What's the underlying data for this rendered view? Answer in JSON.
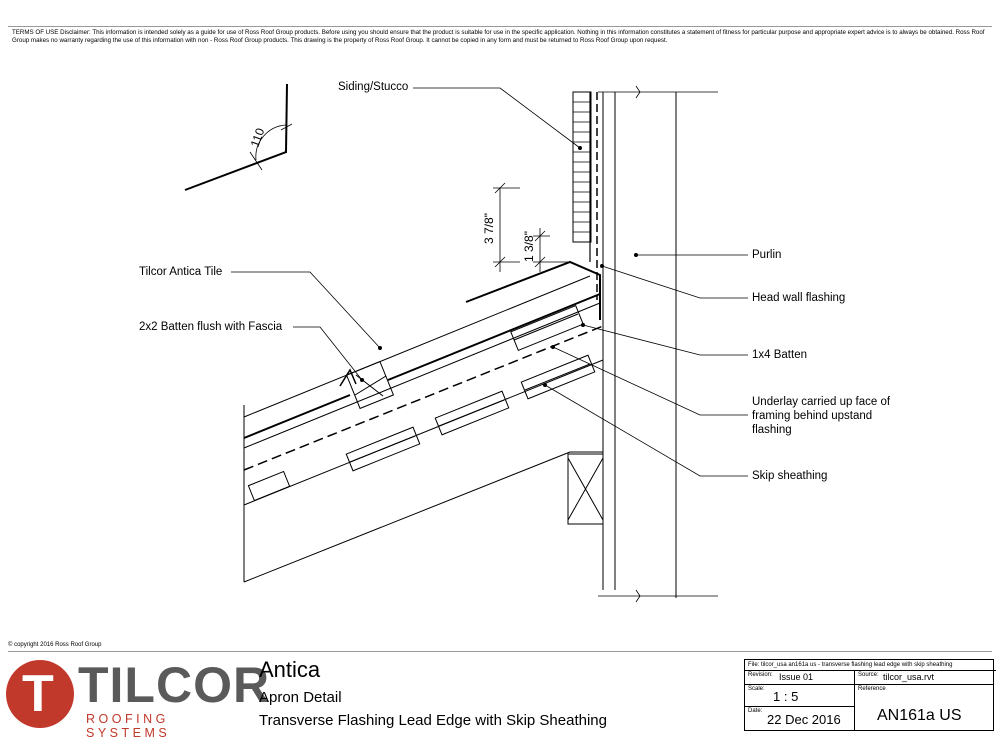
{
  "header": {
    "disclaimer": "TERMS OF USE Disclaimer: This information is intended solely as a guide for use of Ross Roof Group products. Before using you should ensure that the product is suitable for use in the specific application. Nothing in this information constitutes a statement of fitness for particular purpose and appropriate expert advice is to always be obtained. Ross Roof Group makes no warranty regarding the use of this information with non - Ross Roof Group products. This drawing is the property of Ross Roof Group. It cannot be copied in any form and must be returned to Ross Roof Group upon request."
  },
  "labels": {
    "siding": "Siding/Stucco",
    "tile": "Tilcor Antica Tile",
    "batten2x2": "2x2 Batten flush with Fascia",
    "purlin": "Purlin",
    "head_wall": "Head wall flashing",
    "batten1x4": "1x4 Batten",
    "underlay_1": "Underlay carried up face of",
    "underlay_2": "framing behind upstand",
    "underlay_3": "flashing",
    "skip": "Skip sheathing"
  },
  "dimensions": {
    "angle": "110",
    "dim1": "3 7/8\"",
    "dim2": "1 3/8\""
  },
  "footer": {
    "copyright": "© copyright 2016 Ross Roof Group",
    "logo_word": "TILCOR",
    "logo_sub": "ROOFING SYSTEMS",
    "product": "Antica",
    "detail": "Apron Detail",
    "description": "Transverse Flashing Lead Edge with Skip Sheathing"
  },
  "title_block": {
    "file": "File: tilcor_usa an161a us - transverse flashing lead edge with skip sheathing",
    "revision_label": "Revision:",
    "revision": "Issue 01",
    "source_label": "Source:",
    "source": "tilcor_usa.rvt",
    "scale_label": "Scale:",
    "scale": "1 : 5",
    "reference_label": "Reference",
    "reference": "AN161a US",
    "date_label": "Date:",
    "date": "22 Dec 2016"
  },
  "colors": {
    "brand_red": "#c0392b",
    "brand_grey": "#5a5a5a"
  }
}
